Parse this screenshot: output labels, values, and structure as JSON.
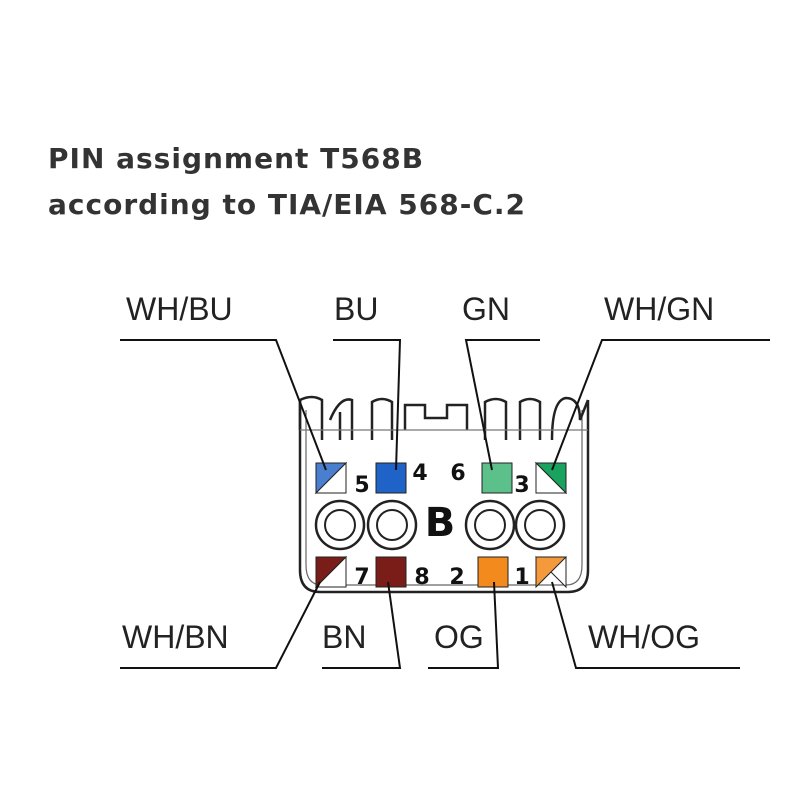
{
  "title": {
    "line1": "PIN assignment T568B",
    "line2": "according to TIA/EIA 568-C.2"
  },
  "variant_letter": "B",
  "wires": {
    "wh_bu": {
      "label": "WH/BU",
      "pin": "5",
      "color": "#4a7fd0"
    },
    "bu": {
      "label": "BU",
      "pin": "4",
      "color": "#1f62c8"
    },
    "gn": {
      "label": "GN",
      "pin": "6",
      "color": "#5cc08a"
    },
    "wh_gn": {
      "label": "WH/GN",
      "pin": "3",
      "color": "#1aa35f"
    },
    "wh_bn": {
      "label": "WH/BN",
      "pin": "7",
      "color": "#7a1c18"
    },
    "bn": {
      "label": "BN",
      "pin": "8",
      "color": "#7a1c18"
    },
    "og": {
      "label": "OG",
      "pin": "2",
      "color": "#f28a1e"
    },
    "wh_og": {
      "label": "WH/OG",
      "pin": "1",
      "color": "#f59a3c"
    }
  }
}
